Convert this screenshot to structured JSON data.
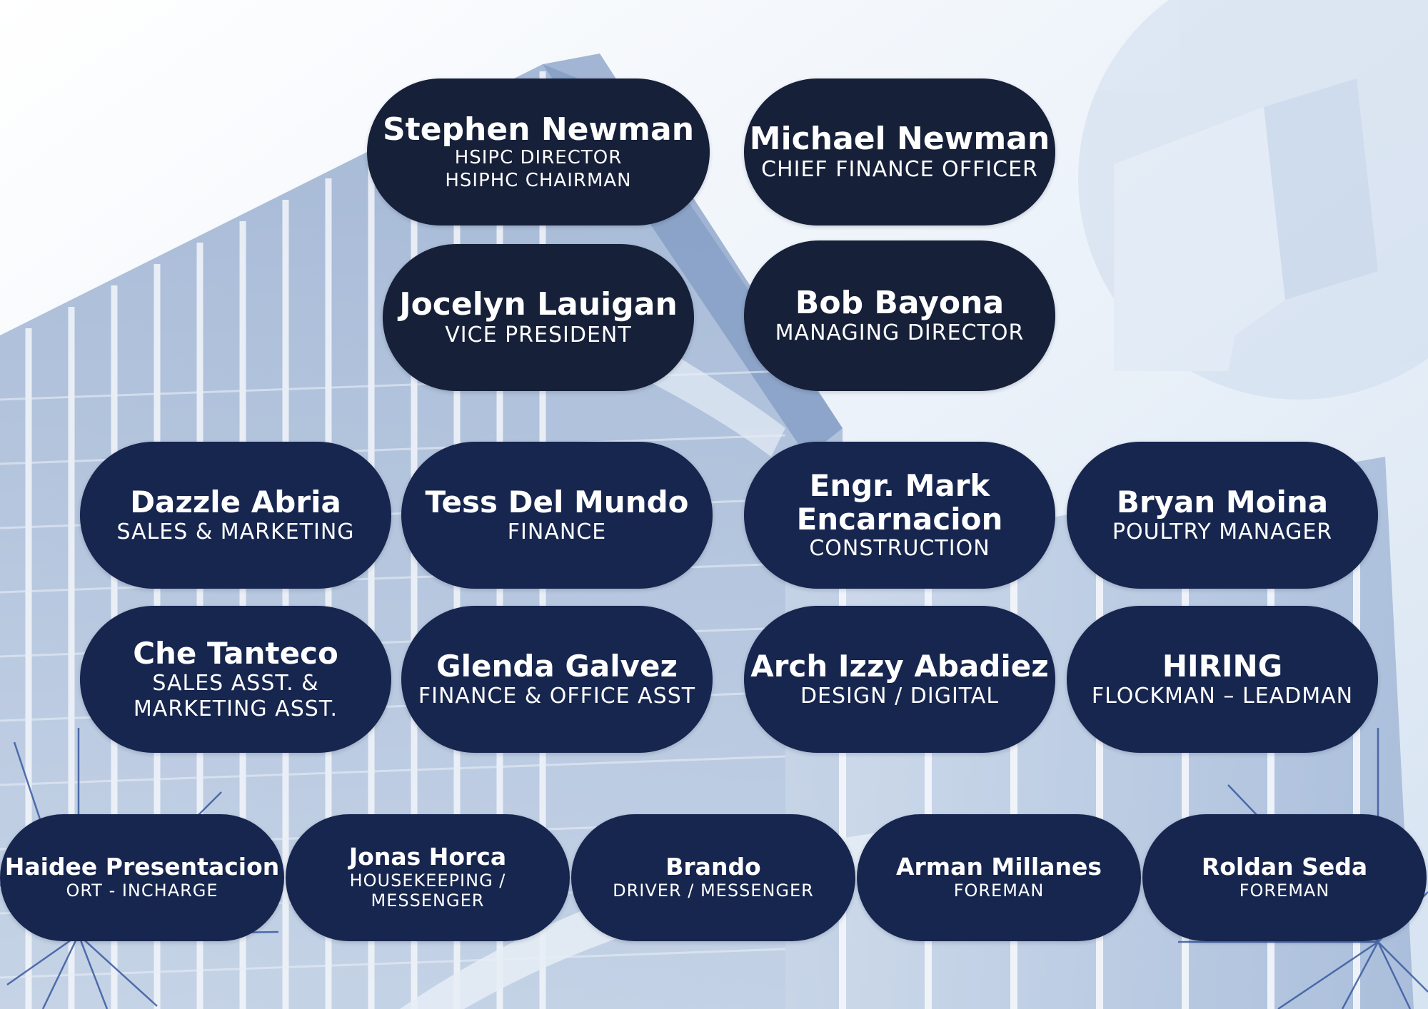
{
  "colors": {
    "card_dark": "#162039",
    "card_navy": "#17264f",
    "text": "#ffffff"
  },
  "leadership": [
    {
      "name": "Stephen Newman",
      "role": "HSIPC DIRECTOR\nHSIPHC CHAIRMAN"
    },
    {
      "name": "Michael Newman",
      "role": "CHIEF FINANCE OFFICER"
    },
    {
      "name": "Jocelyn Lauigan",
      "role": "VICE PRESIDENT"
    },
    {
      "name": "Bob Bayona",
      "role": "MANAGING DIRECTOR"
    }
  ],
  "departments": [
    {
      "name": "Dazzle Abria",
      "role": "SALES & MARKETING"
    },
    {
      "name": "Tess Del Mundo",
      "role": "FINANCE"
    },
    {
      "name": "Engr. Mark\nEncarnacion",
      "role": "CONSTRUCTION"
    },
    {
      "name": "Bryan Moina",
      "role": "POULTRY MANAGER"
    }
  ],
  "assistants": [
    {
      "name": "Che Tanteco",
      "role": "SALES ASST. &\nMARKETING ASST."
    },
    {
      "name": "Glenda Galvez",
      "role": "FINANCE & OFFICE ASST"
    },
    {
      "name": "Arch Izzy Abadiez",
      "role": "DESIGN / DIGITAL"
    },
    {
      "name": "HIRING",
      "role": "FLOCKMAN – LEADMAN"
    }
  ],
  "staff": [
    {
      "name": "Haidee Presentacion",
      "role": "ORT - INCHARGE"
    },
    {
      "name": "Jonas Horca",
      "role": "HOUSEKEEPING  /\nMESSENGER"
    },
    {
      "name": "Brando",
      "role": "DRIVER / MESSENGER"
    },
    {
      "name": "Arman Millanes",
      "role": "FOREMAN"
    },
    {
      "name": "Roldan Seda",
      "role": "FOREMAN"
    }
  ]
}
